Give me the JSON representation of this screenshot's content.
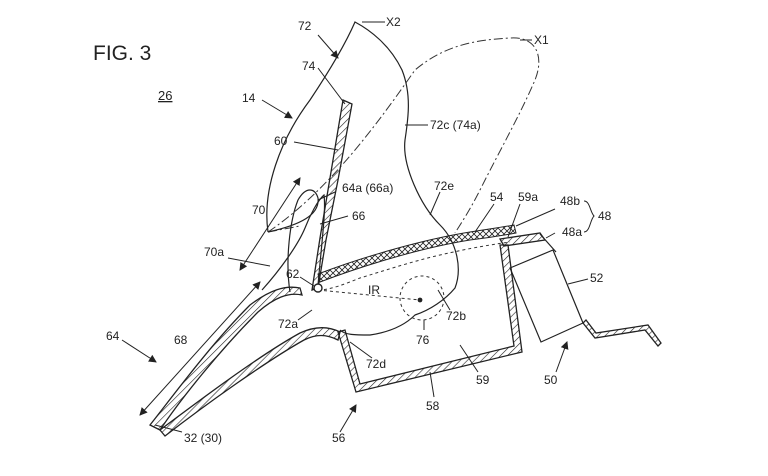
{
  "figure": {
    "title": "FIG. 3",
    "ref_main": "26"
  },
  "labels": {
    "l72": "72",
    "lX2": "X2",
    "lX1": "X1",
    "l74": "74",
    "l14": "14",
    "l60": "60",
    "l72c": "72c (74a)",
    "l64a": "64a (66a)",
    "l72e": "72e",
    "l54": "54",
    "l59a": "59a",
    "l48b": "48b",
    "l48": "48",
    "l48a": "48a",
    "l70": "70",
    "l66": "66",
    "l70a": "70a",
    "l62": "62",
    "lIR": "IR",
    "l52": "52",
    "l72a": "72a",
    "l72b": "72b",
    "l64": "64",
    "l68": "68",
    "l76": "76",
    "l72d": "72d",
    "l59": "59",
    "l50": "50",
    "l58": "58",
    "l32": "32 (30)",
    "l56": "56"
  }
}
